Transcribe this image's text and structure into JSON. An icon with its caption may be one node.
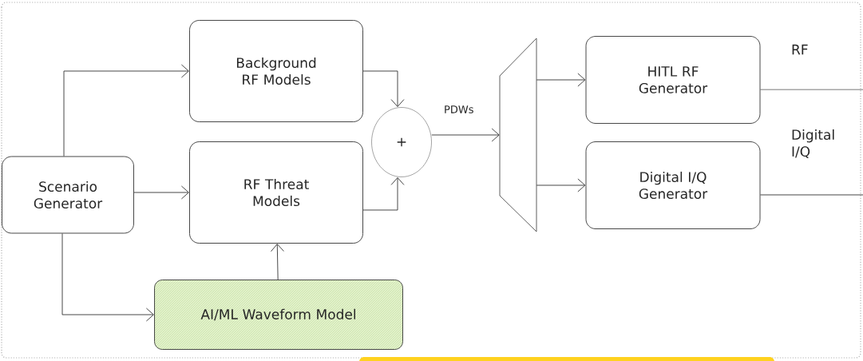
{
  "diagram": {
    "nodes": [
      {
        "text": [
          "Scenario Generator"
        ]
      },
      {
        "text": [
          "Background RF Models"
        ]
      },
      {
        "text": [
          "RF Threat Models"
        ]
      },
      {
        "text": [
          "AI/ML Waveform Model"
        ]
      },
      {
        "text": [
          "+"
        ]
      },
      {
        "text": [],
        "shape": "trapezoid"
      },
      {
        "text": [
          "HITL RF Generator"
        ]
      },
      {
        "text": [
          "Digital I/Q Generator"
        ]
      }
    ],
    "edges": [
      {
        "from": 0,
        "to": 1,
        "arrow": "to"
      },
      {
        "from": 0,
        "to": 2,
        "arrow": "to"
      },
      {
        "from": 0,
        "to": 3,
        "arrow": "to"
      },
      {
        "from": 3,
        "to": 2,
        "arrow": "to"
      },
      {
        "from": 1,
        "to": 4,
        "arrow": "to"
      },
      {
        "from": 2,
        "to": 4,
        "arrow": "to"
      },
      {
        "from": 4,
        "to": 5,
        "arrow": "to",
        "label": "PDWs"
      },
      {
        "from": 5,
        "to": 6,
        "arrow": "to"
      },
      {
        "from": 5,
        "to": 7,
        "arrow": "to"
      },
      {
        "from": 6,
        "to": null,
        "arrow": "none",
        "label": "RF"
      },
      {
        "from": 7,
        "to": null,
        "arrow": "none",
        "label": "Digital I/Q"
      }
    ]
  }
}
